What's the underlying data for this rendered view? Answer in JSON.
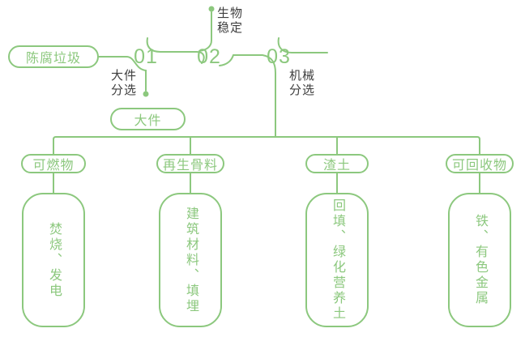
{
  "palette": {
    "green": "#8CC87E",
    "label_dark": "#3E3E3E"
  },
  "source": {
    "label": "陈腐垃圾"
  },
  "steps": [
    {
      "number": "01",
      "label_line1": "大件",
      "label_line2": "分选"
    },
    {
      "number": "02",
      "label_line1": "生物",
      "label_line2": "稳定"
    },
    {
      "number": "03",
      "label_line1": "机械",
      "label_line2": "分选"
    }
  ],
  "bulky_output": {
    "label": "大件"
  },
  "outputs": [
    {
      "category": "可燃物",
      "uses": "焚烧、发电"
    },
    {
      "category": "再生骨料",
      "uses": "建筑材料、填埋"
    },
    {
      "category": "渣土",
      "uses": "回填、绿化营养土"
    },
    {
      "category": "可回收物",
      "uses": "铁、有色金属"
    }
  ]
}
